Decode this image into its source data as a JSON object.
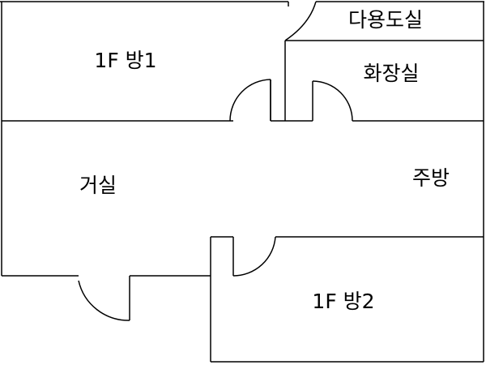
{
  "floor_plan": {
    "rooms": [
      {
        "id": "room1",
        "label": "1F 방1"
      },
      {
        "id": "utility",
        "label": "다용도실"
      },
      {
        "id": "bathroom",
        "label": "화장실"
      },
      {
        "id": "living",
        "label": "거실"
      },
      {
        "id": "kitchen",
        "label": "주방"
      },
      {
        "id": "room2",
        "label": "1F 방2"
      }
    ],
    "colors": {
      "line": "#000000",
      "background": "#ffffff"
    }
  }
}
